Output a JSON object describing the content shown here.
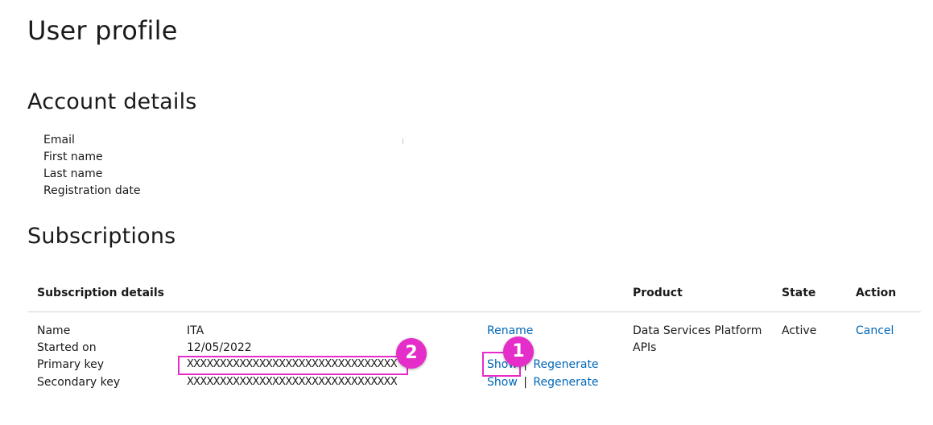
{
  "page_title": "User profile",
  "account": {
    "heading": "Account details",
    "fields": [
      {
        "label": "Email",
        "value": ""
      },
      {
        "label": "First name",
        "value": ""
      },
      {
        "label": "Last name",
        "value": ""
      },
      {
        "label": "Registration date",
        "value": ""
      }
    ]
  },
  "subscriptions": {
    "heading": "Subscriptions",
    "columns": {
      "details": "Subscription details",
      "product": "Product",
      "state": "State",
      "action": "Action"
    },
    "rows": [
      {
        "labels": {
          "name": "Name",
          "started_on": "Started on",
          "primary_key": "Primary key",
          "secondary_key": "Secondary key"
        },
        "name": "ITA",
        "started_on": "12/05/2022",
        "primary_key": "XXXXXXXXXXXXXXXXXXXXXXXXXXXXXXXX",
        "secondary_key": "XXXXXXXXXXXXXXXXXXXXXXXXXXXXXXXX",
        "rename_label": "Rename",
        "show_label": "Show",
        "separator": "|",
        "regenerate_label": "Regenerate",
        "product_line1": "Data Services Platform",
        "product_line2": "APIs",
        "state": "Active",
        "cancel_label": "Cancel"
      }
    ]
  },
  "annotations": {
    "badge_1": "1",
    "badge_2": "2",
    "highlight_color": "#e82bc7"
  },
  "colors": {
    "link": "#0067b8",
    "text": "#1a1a1a",
    "rule": "#d4d4d4"
  }
}
